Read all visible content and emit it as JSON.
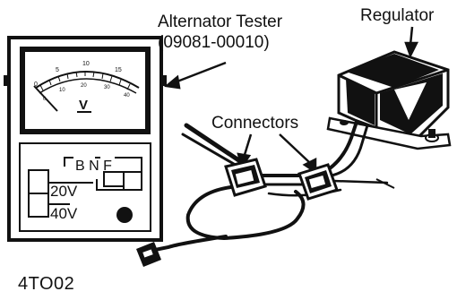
{
  "labels": {
    "tester_title": "Alternator Tester",
    "tester_part": "(09081-00010)",
    "regulator": "Regulator",
    "connectors": "Connectors",
    "figure_code": "4TO02"
  },
  "meter": {
    "scale_upper": [
      "0",
      "5",
      "10",
      "15"
    ],
    "scale_lower": [
      "0",
      "10",
      "20",
      "30",
      "40"
    ],
    "unit": "V"
  },
  "switch_panel": {
    "terminals": "B N F",
    "range_high": "20V",
    "range_low": "40V"
  },
  "colors": {
    "ink": "#111111",
    "paper": "#ffffff"
  }
}
